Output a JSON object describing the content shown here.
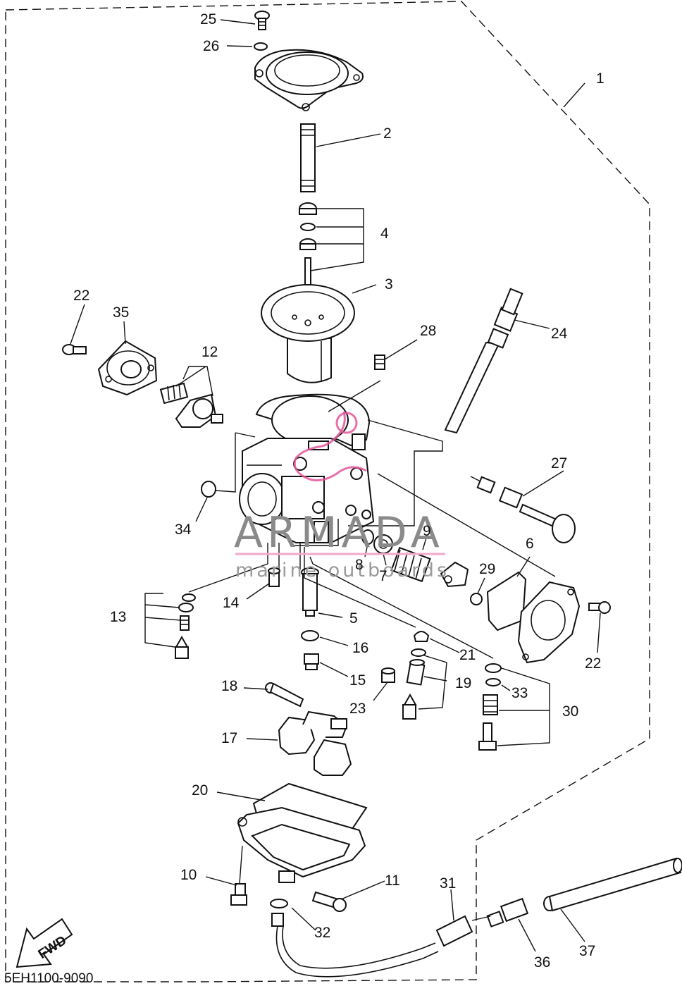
{
  "diagram": {
    "part_code": "5EH1100-9090",
    "fwd_label": "FWD",
    "watermark": {
      "brand": "ARMADA",
      "tagline": "marine outboards",
      "color": "#e4569b"
    },
    "callouts": [
      {
        "id": "1",
        "label": "1"
      },
      {
        "id": "2",
        "label": "2"
      },
      {
        "id": "3",
        "label": "3"
      },
      {
        "id": "4",
        "label": "4"
      },
      {
        "id": "5",
        "label": "5"
      },
      {
        "id": "6",
        "label": "6"
      },
      {
        "id": "7",
        "label": "7"
      },
      {
        "id": "8",
        "label": "8"
      },
      {
        "id": "9",
        "label": "9"
      },
      {
        "id": "10",
        "label": "10"
      },
      {
        "id": "11",
        "label": "11"
      },
      {
        "id": "12",
        "label": "12"
      },
      {
        "id": "13",
        "label": "13"
      },
      {
        "id": "14",
        "label": "14"
      },
      {
        "id": "15",
        "label": "15"
      },
      {
        "id": "16",
        "label": "16"
      },
      {
        "id": "17",
        "label": "17"
      },
      {
        "id": "18",
        "label": "18"
      },
      {
        "id": "19",
        "label": "19"
      },
      {
        "id": "20",
        "label": "20"
      },
      {
        "id": "21",
        "label": "21"
      },
      {
        "id": "22a",
        "label": "22"
      },
      {
        "id": "22b",
        "label": "22"
      },
      {
        "id": "23",
        "label": "23"
      },
      {
        "id": "24",
        "label": "24"
      },
      {
        "id": "25",
        "label": "25"
      },
      {
        "id": "26",
        "label": "26"
      },
      {
        "id": "27",
        "label": "27"
      },
      {
        "id": "28",
        "label": "28"
      },
      {
        "id": "29",
        "label": "29"
      },
      {
        "id": "30",
        "label": "30"
      },
      {
        "id": "31",
        "label": "31"
      },
      {
        "id": "32",
        "label": "32"
      },
      {
        "id": "33",
        "label": "33"
      },
      {
        "id": "34",
        "label": "34"
      },
      {
        "id": "35",
        "label": "35"
      },
      {
        "id": "36",
        "label": "36"
      },
      {
        "id": "37",
        "label": "37"
      }
    ]
  }
}
